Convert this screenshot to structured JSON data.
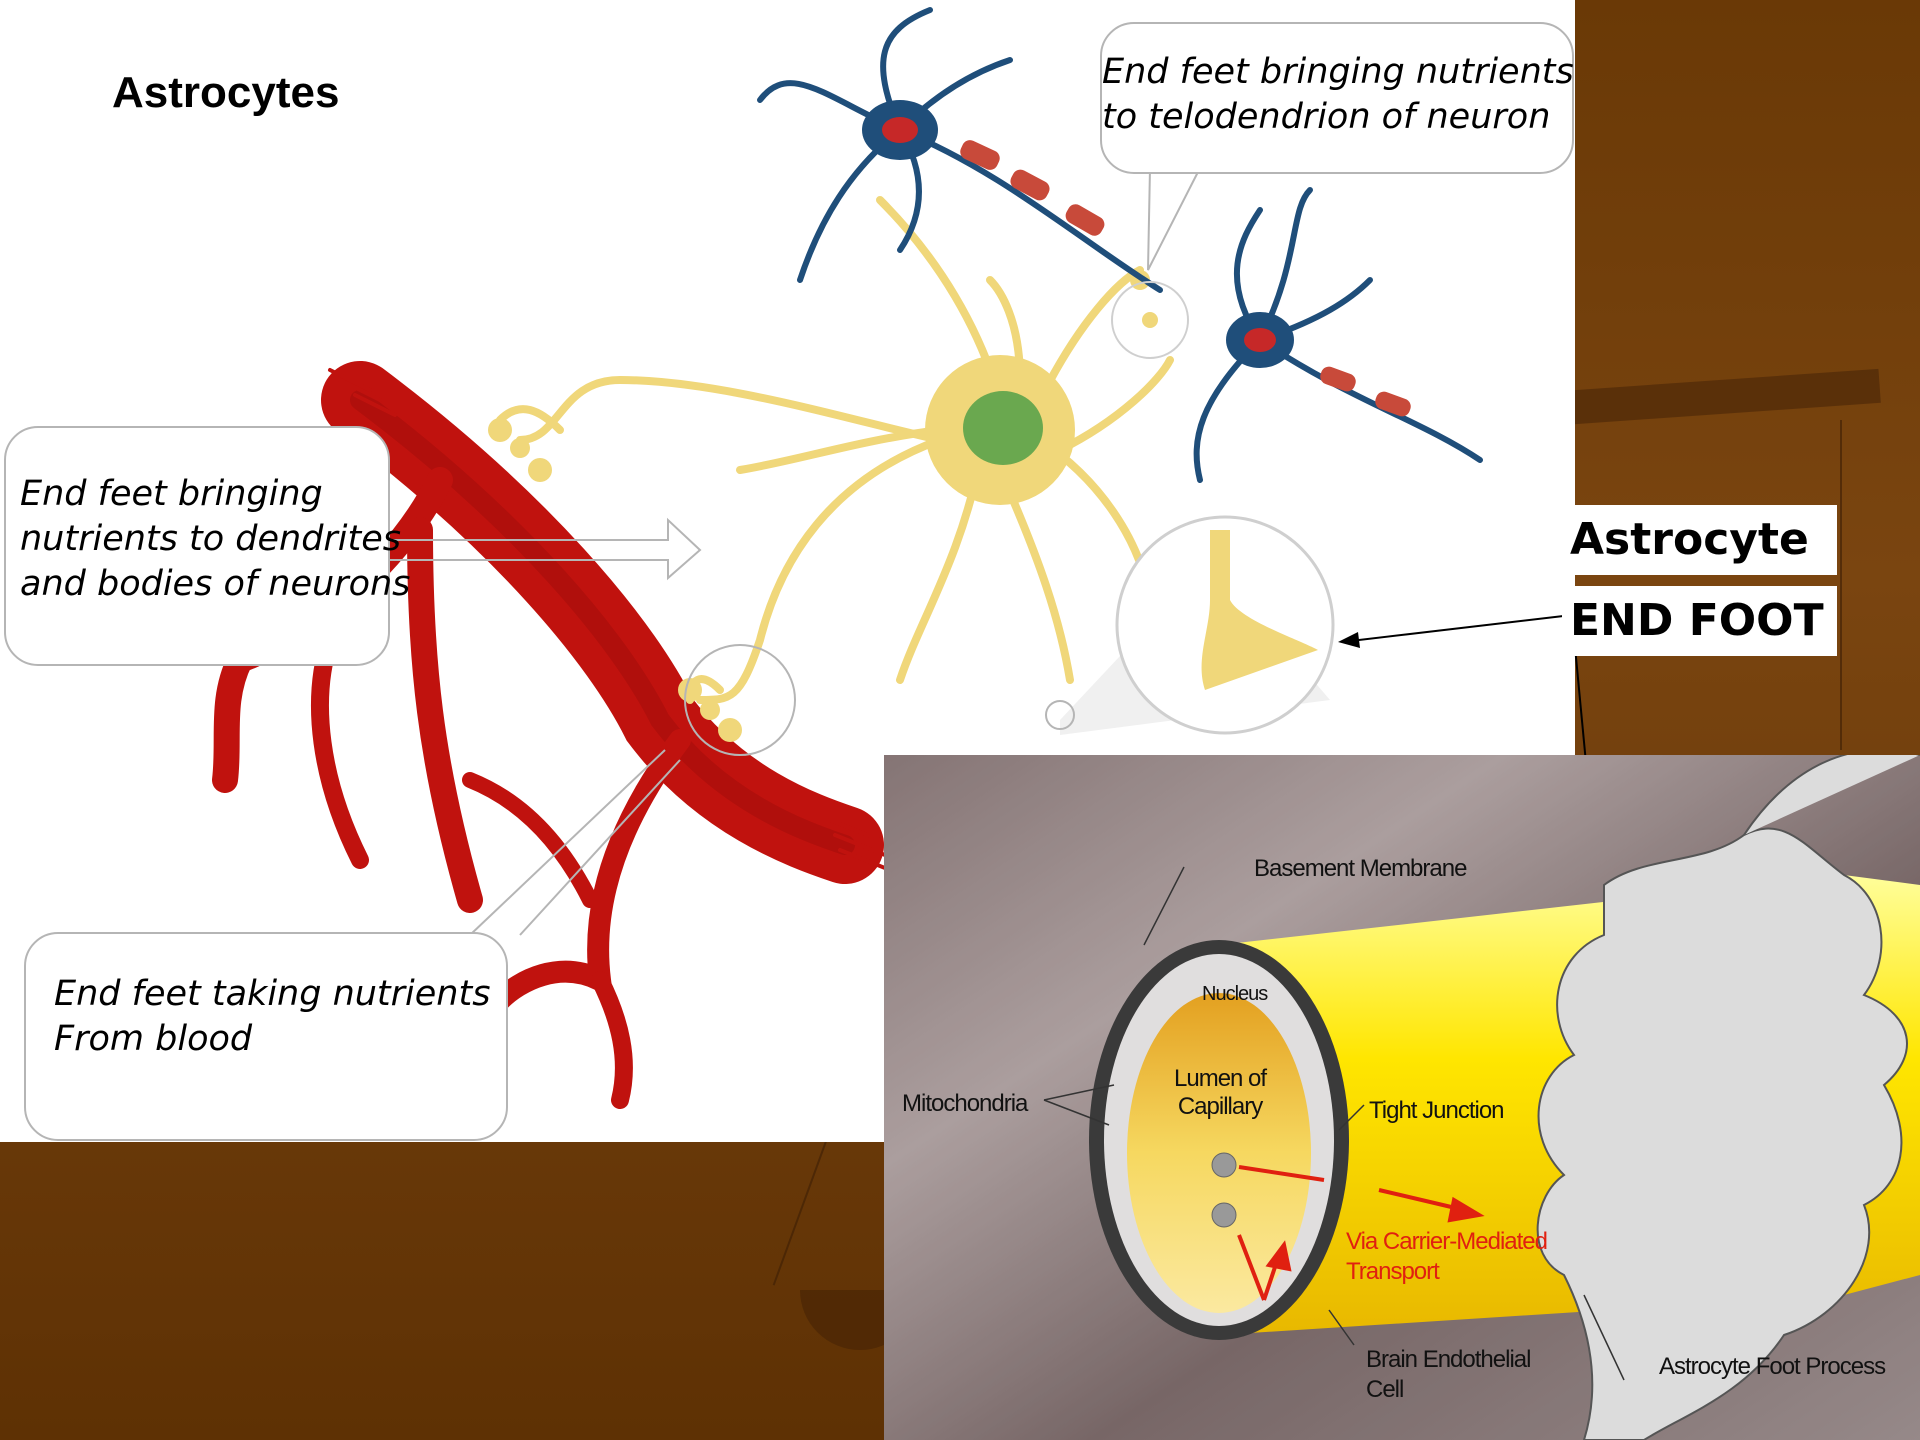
{
  "slide": {
    "title": "Astrocytes",
    "side_label_line1": "Astrocyte",
    "side_label_line2": "END FOOT"
  },
  "callouts": {
    "telodendrion": "End feet bringing nutrients\nto telodendrion of neuron",
    "dendrites": "End feet bringing\nnutrients to dendrites\nand bodies of neurons",
    "blood": "End feet taking nutrients\nFrom blood"
  },
  "inset": {
    "basement_membrane": "Basement Membrane",
    "nucleus": "Nucleus",
    "lumen": "Lumen of\nCapillary",
    "mitochondria": "Mitochondria",
    "tight_junction": "Tight Junction",
    "transport": "Via Carrier-Mediated\nTransport",
    "endothelial": "Brain Endothelial\nCell",
    "foot_process": "Astrocyte Foot Process"
  },
  "colors": {
    "vessel": "#c0120e",
    "astrocyte": "#f0d77a",
    "neuron": "#1f4e7a",
    "myelin": "#c84a3a",
    "background": "#6b3a08",
    "capillary": "#ffe200"
  }
}
